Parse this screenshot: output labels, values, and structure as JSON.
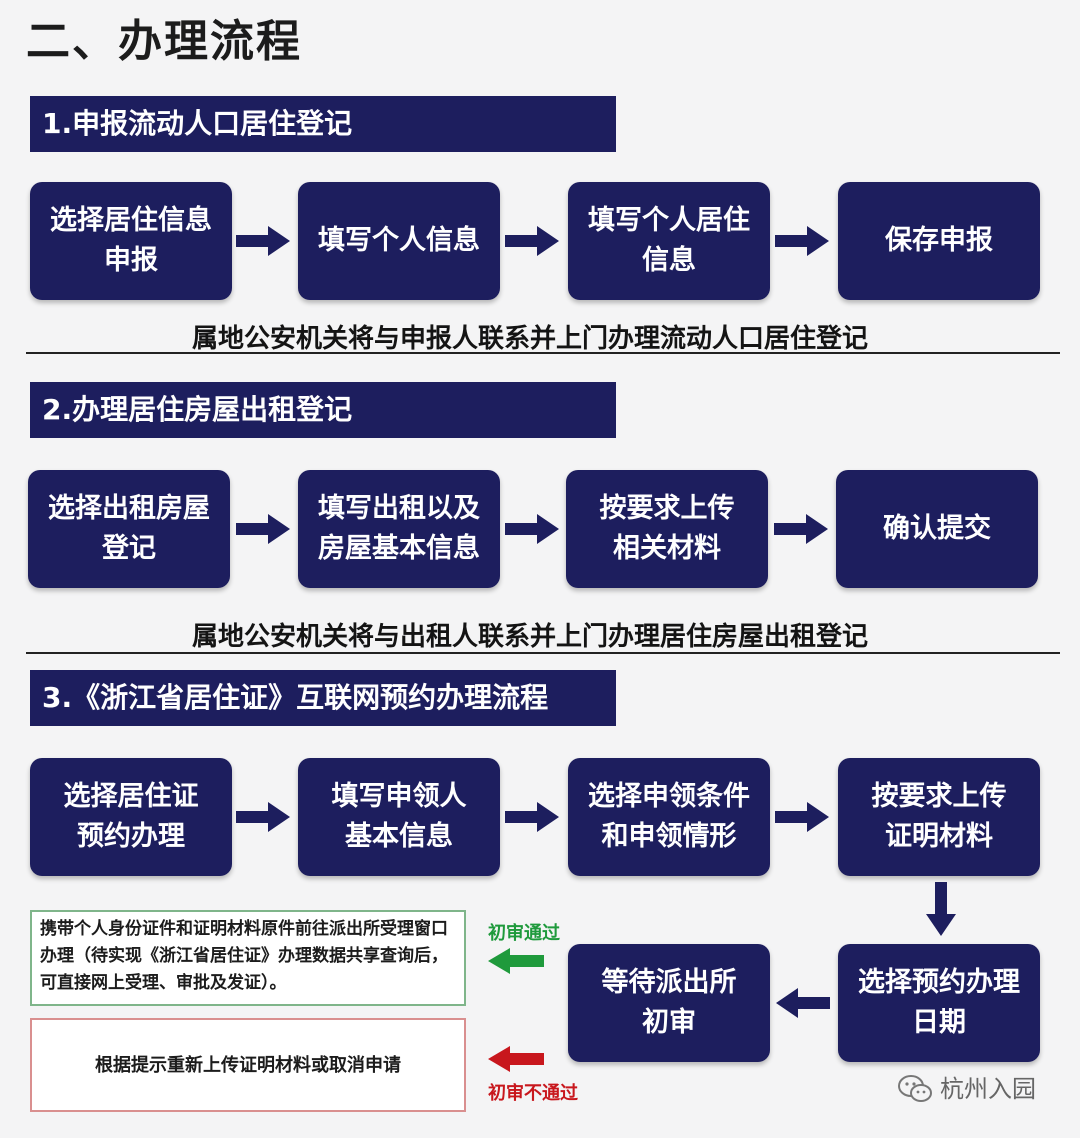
{
  "title": "二、办理流程",
  "sections": [
    {
      "heading": "1.申报流动人口居住登记",
      "steps": [
        "选择居住信息\n申报",
        "填写个人信息",
        "填写个人居住\n信息",
        "保存申报"
      ],
      "note": "属地公安机关将与申报人联系并上门办理流动人口居住登记"
    },
    {
      "heading": "2.办理居住房屋出租登记",
      "steps": [
        "选择出租房屋\n登记",
        "填写出租以及\n房屋基本信息",
        "按要求上传\n相关材料",
        "确认提交"
      ],
      "note": "属地公安机关将与出租人联系并上门办理居住房屋出租登记"
    },
    {
      "heading": "3.《浙江省居住证》互联网预约办理流程",
      "steps": [
        "选择居住证\n预约办理",
        "填写申领人\n基本信息",
        "选择申领条件\n和申领情形",
        "按要求上传\n证明材料"
      ],
      "steps_row2": [
        "等待派出所\n初审",
        "选择预约办理\n日期"
      ],
      "pass_label": "初审通过",
      "fail_label": "初审不通过",
      "pass_text": "携带个人身份证件和证明材料原件前往派出所受理窗口办理（待实现《浙江省居住证》办理数据共享查询后，可直接网上受理、审批及发证）。",
      "fail_text": "根据提示重新上传证明材料或取消申请"
    }
  ],
  "watermark": "杭州入园",
  "colors": {
    "box": "#1d1e5e",
    "pass_green": "#1f9a3c",
    "fail_red": "#c8171d"
  }
}
